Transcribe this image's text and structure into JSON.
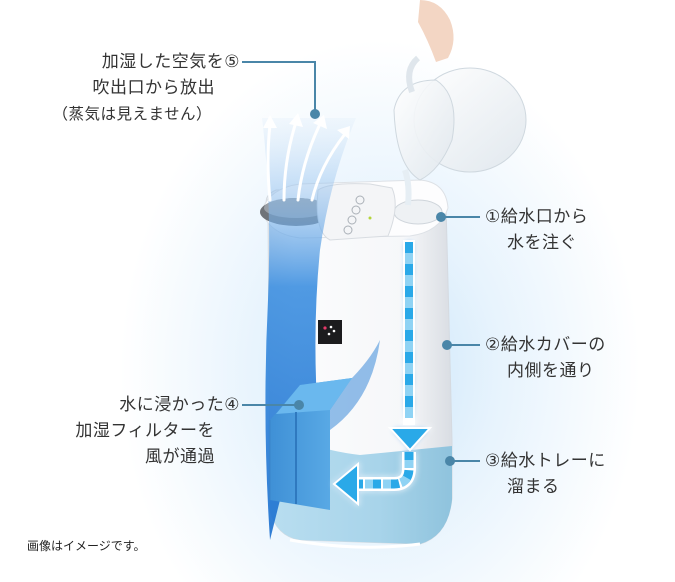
{
  "diagram": {
    "subject": "humidifier water and air flow",
    "colors": {
      "leader_line": "#4a86a8",
      "air_flow_blue": "#1f78d1",
      "water_arrow_blue": "#2aa9e8",
      "water_arrow_light": "#8fd3f4",
      "filter_blue": "#4a9fdc",
      "tray_blue": "#a9d6ec",
      "body_white": "#f7f8fa",
      "background_glow": "#dcecfa"
    },
    "callouts": [
      {
        "number": "①",
        "lines": [
          "①給水口から",
          "水を注ぐ"
        ]
      },
      {
        "number": "②",
        "lines": [
          "②給水カバーの",
          "内側を通り"
        ]
      },
      {
        "number": "③",
        "lines": [
          "③給水トレーに",
          "溜まる"
        ]
      },
      {
        "number": "④",
        "lines": [
          "水に浸かった④",
          "加湿フィルターを",
          "風が通過"
        ]
      },
      {
        "number": "⑤",
        "lines": [
          "加湿した空気を⑤",
          "吹出口から放出",
          "（蒸気は見えません）"
        ]
      }
    ],
    "note": "画像はイメージです。"
  }
}
